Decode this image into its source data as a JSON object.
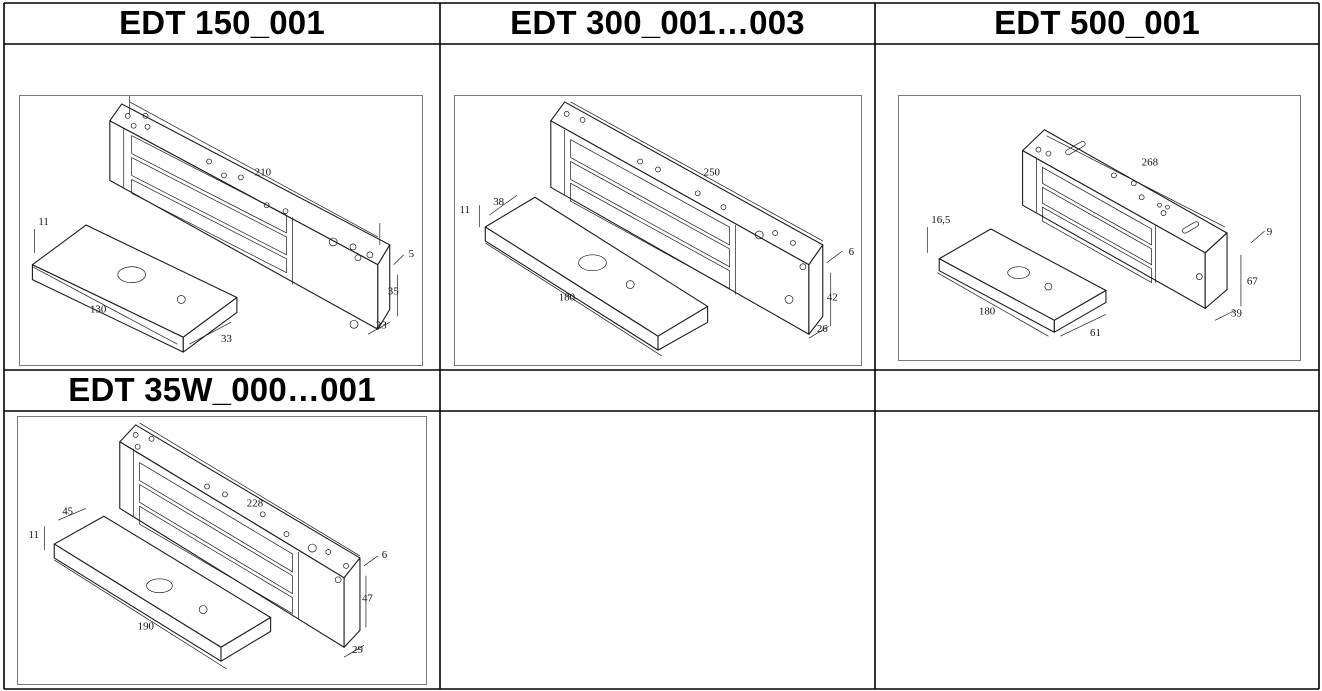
{
  "cells": [
    {
      "title": "EDT 150_001",
      "dims": {
        "length": "210",
        "plate_len": "130",
        "plate_w": "33",
        "plate_t": "11",
        "gap": "5",
        "height": "35",
        "depth": "23"
      }
    },
    {
      "title": "EDT 300_001…003",
      "dims": {
        "length": "250",
        "plate_len": "180",
        "plate_w": "38",
        "plate_t": "11",
        "gap": "6",
        "height": "42",
        "depth": "26"
      }
    },
    {
      "title": "EDT 500_001",
      "dims": {
        "length": "268",
        "plate_len": "180",
        "plate_w": "61",
        "plate_t": "16,5",
        "gap": "9",
        "height": "67",
        "depth": "39"
      }
    },
    {
      "title": "EDT 35W_000…001",
      "dims": {
        "length": "228",
        "plate_len": "190",
        "plate_w": "45",
        "plate_t": "11",
        "gap": "6",
        "height": "47",
        "depth": "29"
      }
    }
  ]
}
